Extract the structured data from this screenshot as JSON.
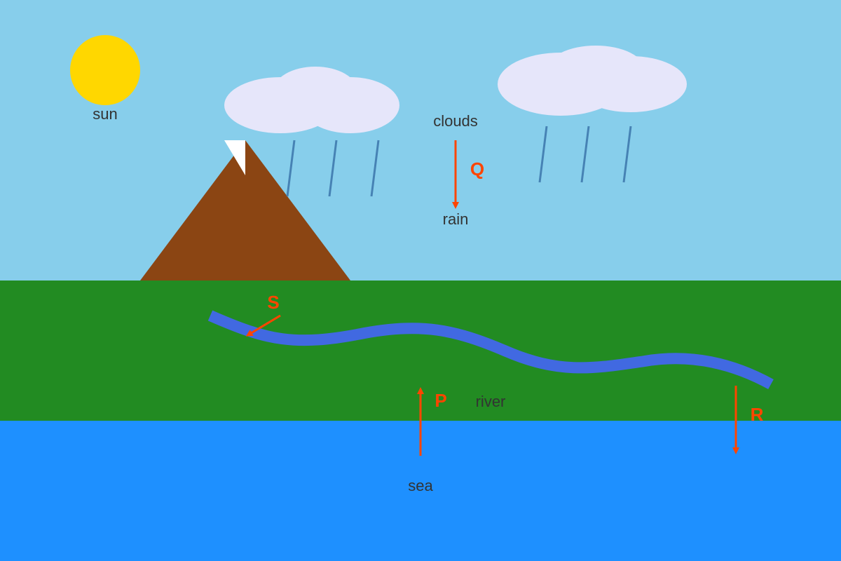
{
  "colors": {
    "sky": "#87ceeb",
    "sun": "#ffd700",
    "cloud": "#e6e6fa",
    "mountain": "#8b4513",
    "snow": "#ffffff",
    "land": "#228b22",
    "sea": "#1e90ff",
    "river": "#4169e1",
    "rain": "#4682b4",
    "arrow": "#ff4500",
    "label": "#333333"
  },
  "labels": {
    "sun": "sun",
    "clouds": "clouds",
    "rain": "rain",
    "river": "river",
    "sea": "sea"
  },
  "arrows": {
    "q": "Q",
    "s": "S",
    "p": "P",
    "r": "R"
  }
}
